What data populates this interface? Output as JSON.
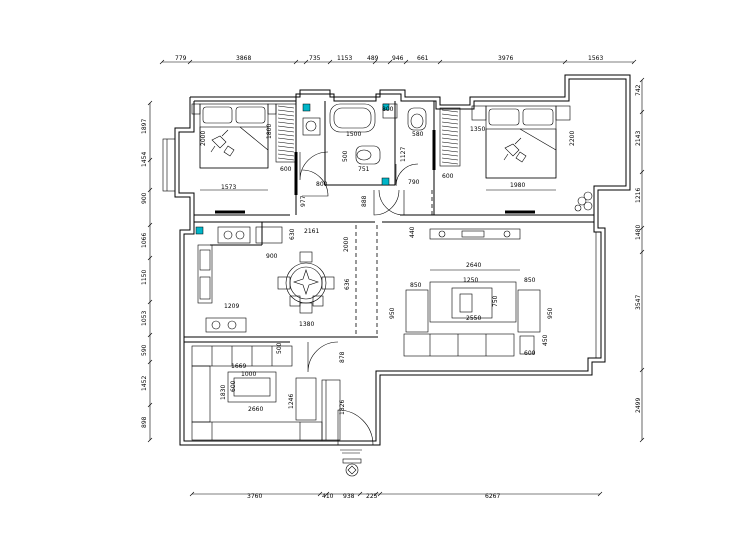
{
  "dims": {
    "top": [
      "779",
      "3868",
      "735",
      "1153",
      "489",
      "946",
      "661",
      "3976",
      "1563"
    ],
    "bottom": [
      "3760",
      "410",
      "938",
      "225",
      "6267"
    ],
    "left": [
      "1897",
      "1454",
      "900",
      "1066",
      "1150",
      "1053",
      "590",
      "1452",
      "898"
    ],
    "right": [
      "742",
      "2143",
      "1216",
      "1480",
      "3547",
      "2499"
    ]
  },
  "inner": {
    "bed1_w": "2000",
    "bed1_h": "1800",
    "bed1_len": "1573",
    "wardrobe1": "600",
    "door_bed1": "800",
    "bath_tub": "1500",
    "bath_a": "500",
    "bath_b": "751",
    "bath_c": "800",
    "bath_d": "1127",
    "bath_e": "580",
    "bath_f": "790",
    "bed2_len": "1980",
    "bed2_h": "2200",
    "bed2_a": "1350",
    "wardrobe2": "600",
    "d977": "977",
    "d888": "888",
    "d2161": "2161",
    "kit_a": "630",
    "kit_b": "900",
    "kit_c": "1209",
    "din_a": "2000",
    "din_b": "1380",
    "din_c": "636",
    "tv_440": "440",
    "tv_2640": "2640",
    "liv_1250": "1250",
    "liv_750": "750",
    "liv_2550": "2550",
    "liv_850a": "850",
    "liv_850b": "850",
    "liv_950a": "950",
    "liv_950b": "950",
    "liv_600": "600",
    "liv_450": "450",
    "lr2_1669": "1669",
    "lr2_1000": "1000",
    "lr2_1830": "1830",
    "lr2_600": "600",
    "lr2_2660": "2660",
    "lr2_1246": "1246",
    "lr2_500": "500",
    "lr2_878": "878",
    "lr2_1826": "1826"
  }
}
